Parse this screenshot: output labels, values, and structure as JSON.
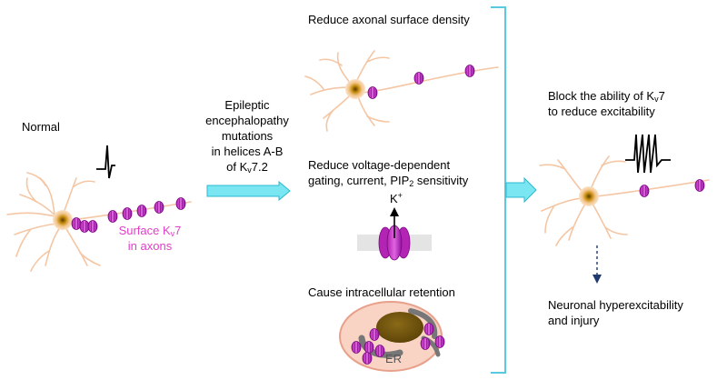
{
  "normal": {
    "title": "Normal",
    "surface_label_line1_pre": "Surface K",
    "surface_label_line1_sub": "v",
    "surface_label_line1_post": "7",
    "surface_label_line2": "in axons"
  },
  "mutation": {
    "line1": "Epileptic",
    "line2": "encephalopathy",
    "line3": "mutations",
    "line4": "in helices A-B",
    "line5_pre": "of K",
    "line5_sub": "v",
    "line5_post": "7.2"
  },
  "effects": {
    "reduce_density": "Reduce axonal surface density",
    "gating_line1": "Reduce voltage-dependent",
    "gating_line2_pre": "gating, current, PIP",
    "gating_line2_sub": "2",
    "gating_line2_post": " sensitivity",
    "ion_pre": "K",
    "ion_sup": "+",
    "retention": "Cause intracellular retention",
    "er_label": "ER"
  },
  "outcome": {
    "block_line1_pre": "Block the ability of K",
    "block_line1_sub": "v",
    "block_line1_post": "7",
    "block_line2": "to reduce excitability",
    "result_line1": "Neuronal hyperexcitability",
    "result_line2": "and injury"
  },
  "colors": {
    "dendrite": "#f4c6a4",
    "soma_outer": "#f6d0a6",
    "nucleus": "#7a5a10",
    "channel": "#a018a0",
    "channel_light": "#e070e0",
    "arrow_fill": "#7ae6f2",
    "arrow_stroke": "#2bb8cf",
    "bracket": "#5bc8e0",
    "pink_text": "#e040c8",
    "dashed_arrow": "#1f3a6e",
    "cell_fill": "#f9d3c3",
    "cell_stroke": "#e8a08a",
    "er": "#777777",
    "membrane": "#e4e4e4"
  },
  "icons": [
    "neuron-icon",
    "kv7-channel-icon",
    "action-potential-icon",
    "cell-er-icon",
    "block-arrow-icon",
    "bracket-icon",
    "dashed-down-arrow-icon"
  ]
}
